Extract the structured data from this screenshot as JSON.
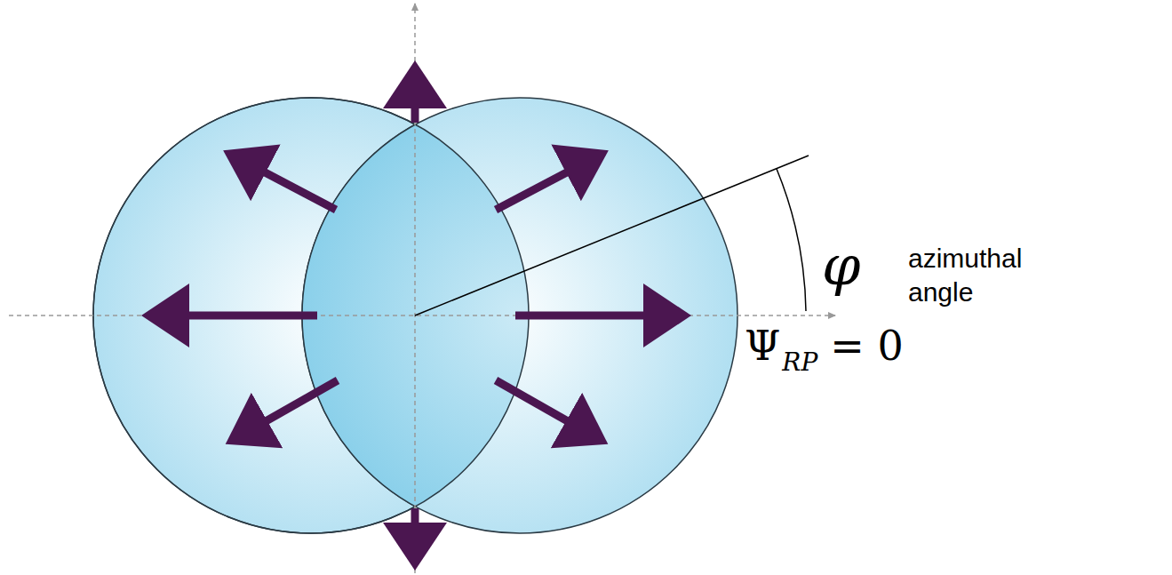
{
  "diagram": {
    "labels": [
      "φ",
      "azimuthal angle",
      "Ψ",
      "RP",
      "= 0"
    ]
  }
}
